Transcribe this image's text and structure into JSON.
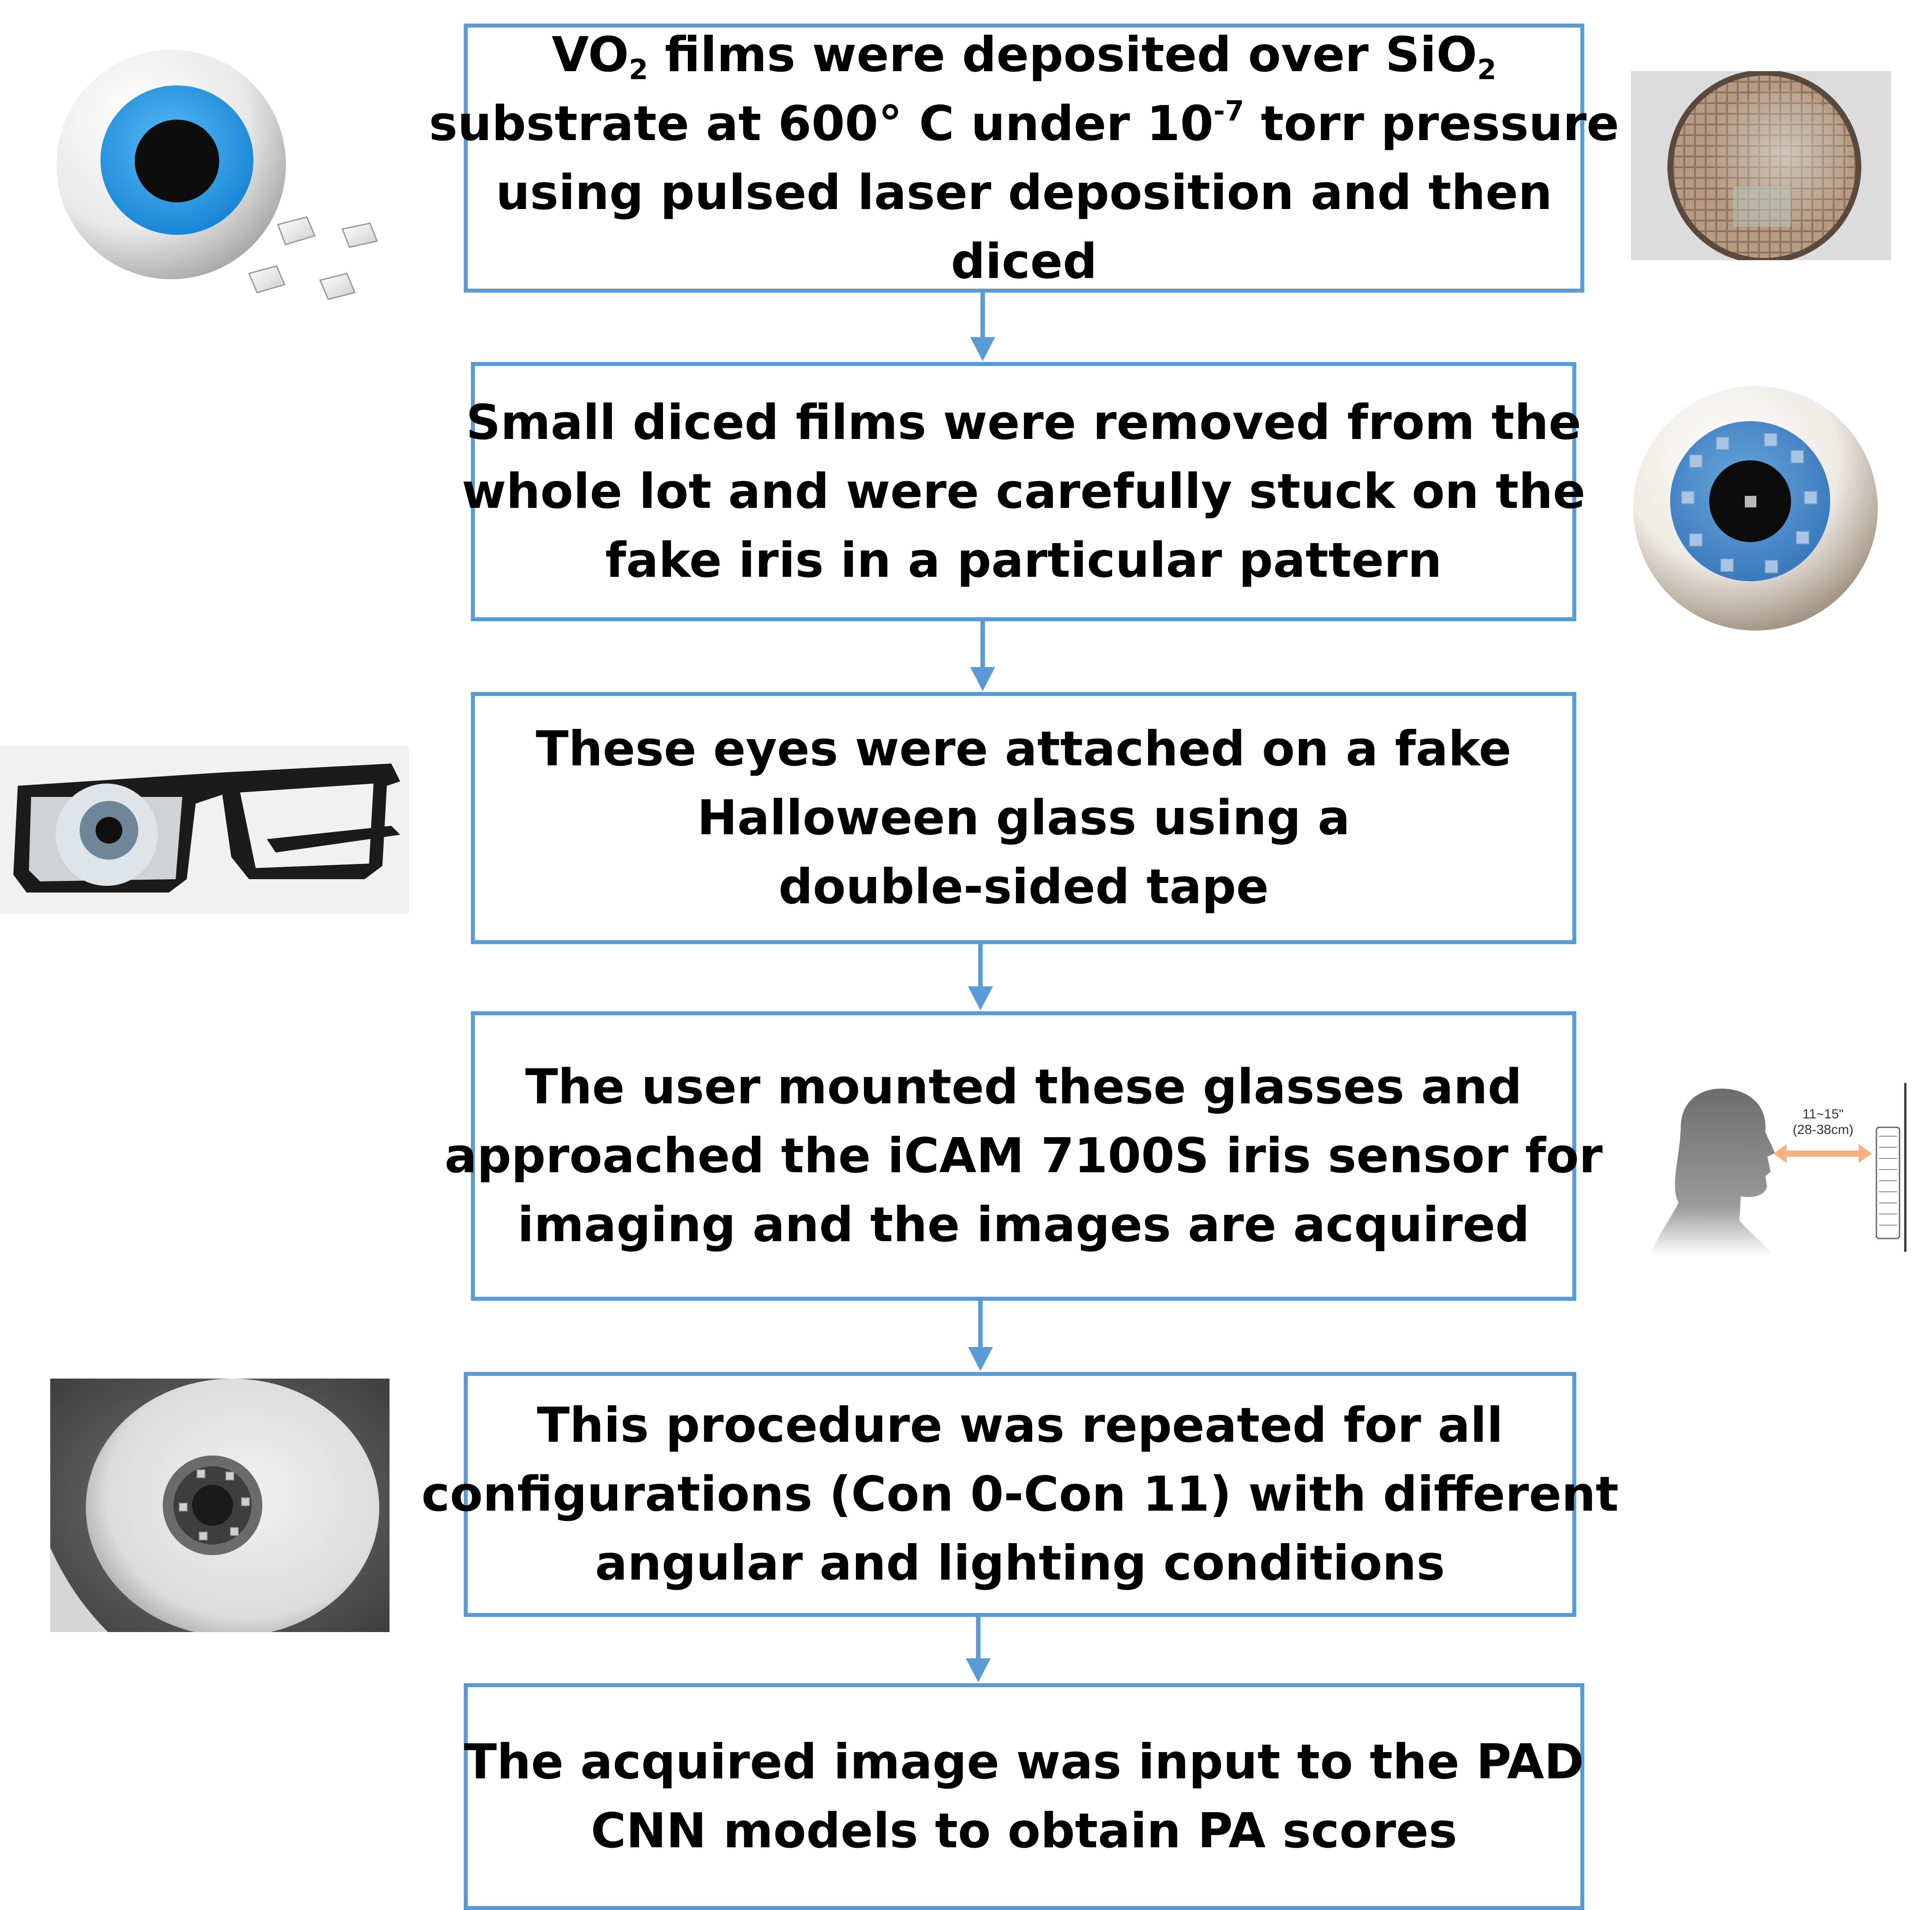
{
  "steps": [
    {
      "id": "deposition",
      "lines": [
        {
          "parts": [
            {
              "t": "VO"
            },
            {
              "t": "2",
              "sub": true
            },
            {
              "t": " films were deposited over SiO"
            },
            {
              "t": "2",
              "sub": true
            }
          ]
        },
        {
          "parts": [
            {
              "t": "substrate at 600° C under 10"
            },
            {
              "t": "-7",
              "sup": true
            },
            {
              "t": " torr pressure"
            }
          ]
        },
        {
          "parts": [
            {
              "t": "using pulsed laser deposition and then"
            }
          ]
        },
        {
          "parts": [
            {
              "t": "diced"
            }
          ]
        }
      ]
    },
    {
      "id": "attach-films",
      "lines": [
        {
          "parts": [
            {
              "t": "Small diced films were removed from the"
            }
          ]
        },
        {
          "parts": [
            {
              "t": "whole lot and were carefully stuck on the"
            }
          ]
        },
        {
          "parts": [
            {
              "t": "fake iris in a particular pattern"
            }
          ]
        }
      ]
    },
    {
      "id": "attach-glasses",
      "lines": [
        {
          "parts": [
            {
              "t": "These eyes were attached on a fake"
            }
          ]
        },
        {
          "parts": [
            {
              "t": "Halloween glass using a"
            }
          ]
        },
        {
          "parts": [
            {
              "t": "double-sided tape"
            }
          ]
        }
      ]
    },
    {
      "id": "imaging",
      "lines": [
        {
          "parts": [
            {
              "t": "The user mounted these glasses and"
            }
          ]
        },
        {
          "parts": [
            {
              "t": "approached the iCAM 7100S iris sensor for"
            }
          ]
        },
        {
          "parts": [
            {
              "t": "imaging and the images are acquired"
            }
          ]
        }
      ]
    },
    {
      "id": "repeat",
      "lines": [
        {
          "parts": [
            {
              "t": "This procedure was repeated for all"
            }
          ]
        },
        {
          "parts": [
            {
              "t": "configurations (Con 0-Con 11) with different"
            }
          ]
        },
        {
          "parts": [
            {
              "t": "angular and lighting conditions"
            }
          ]
        }
      ]
    },
    {
      "id": "pad-cnn",
      "lines": [
        {
          "parts": [
            {
              "t": "The acquired image was input to the PAD"
            }
          ]
        },
        {
          "parts": [
            {
              "t": "CNN models to obtain PA scores"
            }
          ]
        }
      ]
    }
  ],
  "illustrations": {
    "distance_range": "11~15\"",
    "distance_range_cm": "(28-38cm)"
  },
  "colors": {
    "box_border": "#5b9bd5",
    "arrow": "#5b9bd5",
    "iris_blue": "#2d9be8",
    "distance_arrow": "#f4b183"
  }
}
